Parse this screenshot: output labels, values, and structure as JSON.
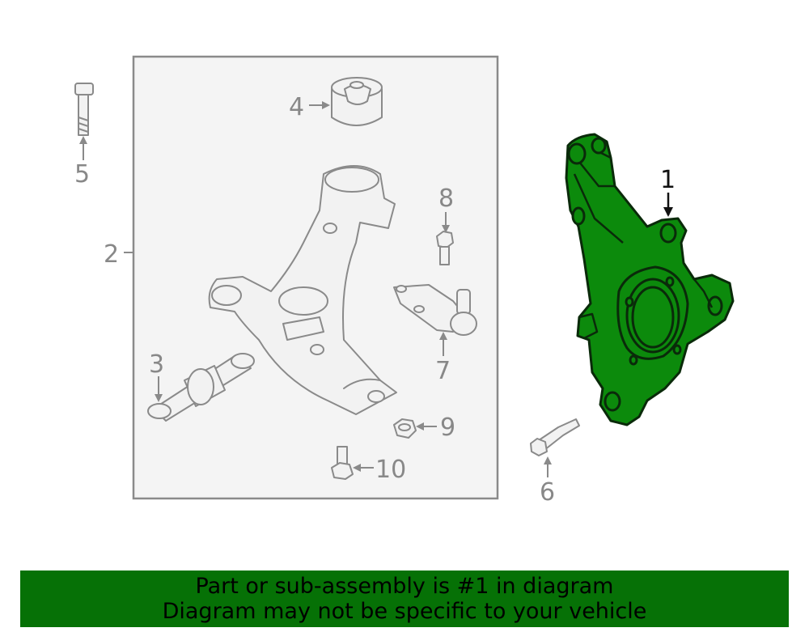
{
  "callouts": {
    "c1": "1",
    "c2": "2",
    "c3": "3",
    "c4": "4",
    "c5": "5",
    "c6": "6",
    "c7": "7",
    "c8": "8",
    "c9": "9",
    "c10": "10"
  },
  "highlighted_part": "1",
  "colors": {
    "highlight_fill": "#0c8a0c",
    "banner_bg": "#067106",
    "line_gray": "#8a8a8a"
  },
  "banner": {
    "line1": "Part or sub-assembly is #1 in diagram",
    "line2": "Diagram may not be specific to your vehicle"
  }
}
